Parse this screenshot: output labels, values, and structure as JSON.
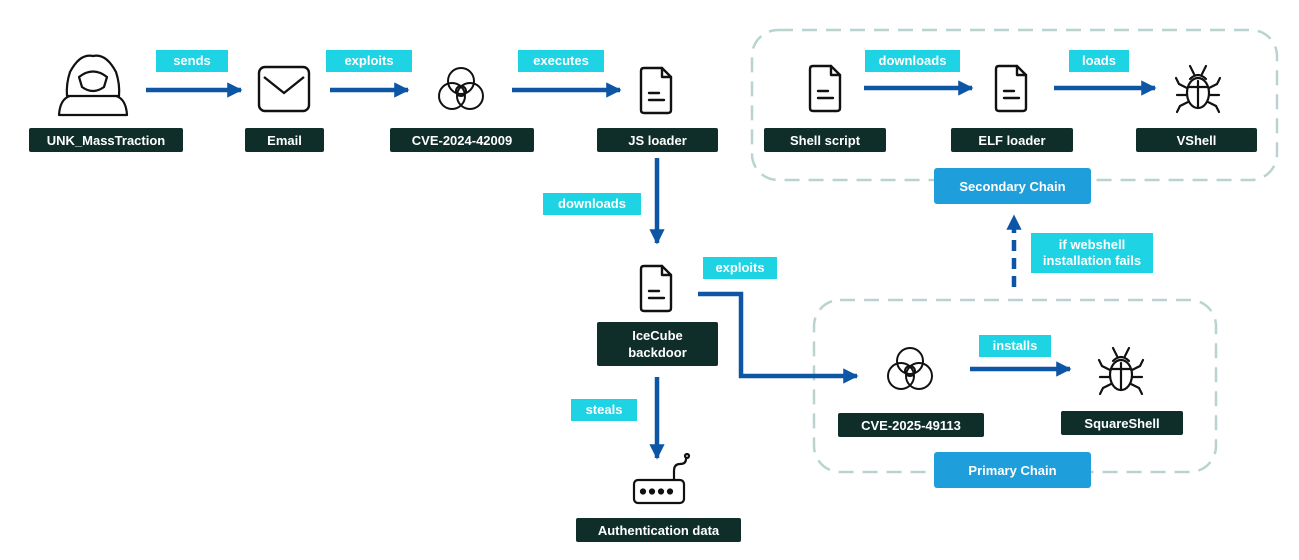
{
  "nodes": {
    "actor": "UNK_MassTraction",
    "email": "Email",
    "cve1": "CVE-2024-42009",
    "js_loader": "JS loader",
    "icecube": "IceCube\nbackdoor",
    "auth_data": "Authentication data",
    "shell_script": "Shell script",
    "elf_loader": "ELF loader",
    "vshell": "VShell",
    "cve2": "CVE-2025-49113",
    "squareshell": "SquareShell"
  },
  "edges": {
    "sends": "sends",
    "exploits_1": "exploits",
    "executes": "executes",
    "downloads_1": "downloads",
    "exploits_2": "exploits",
    "steals": "steals",
    "downloads_2": "downloads",
    "loads": "loads",
    "installs": "installs",
    "fallback": "if webshell\ninstallation fails"
  },
  "chains": {
    "secondary": "Secondary Chain",
    "primary": "Primary Chain"
  },
  "icons": {
    "actor": "hooded-hacker-icon",
    "email": "envelope-icon",
    "cve": "biohazard-icon",
    "file": "document-icon",
    "bug": "bug-icon",
    "credentials": "password-device-icon"
  },
  "colors": {
    "arrow": "#0c56a5",
    "node_label_bg": "#0f2e2a",
    "edge_label_bg": "#1ed3e3",
    "chain_title_bg": "#1e9fdc",
    "chain_border": "#b9d3d0"
  }
}
